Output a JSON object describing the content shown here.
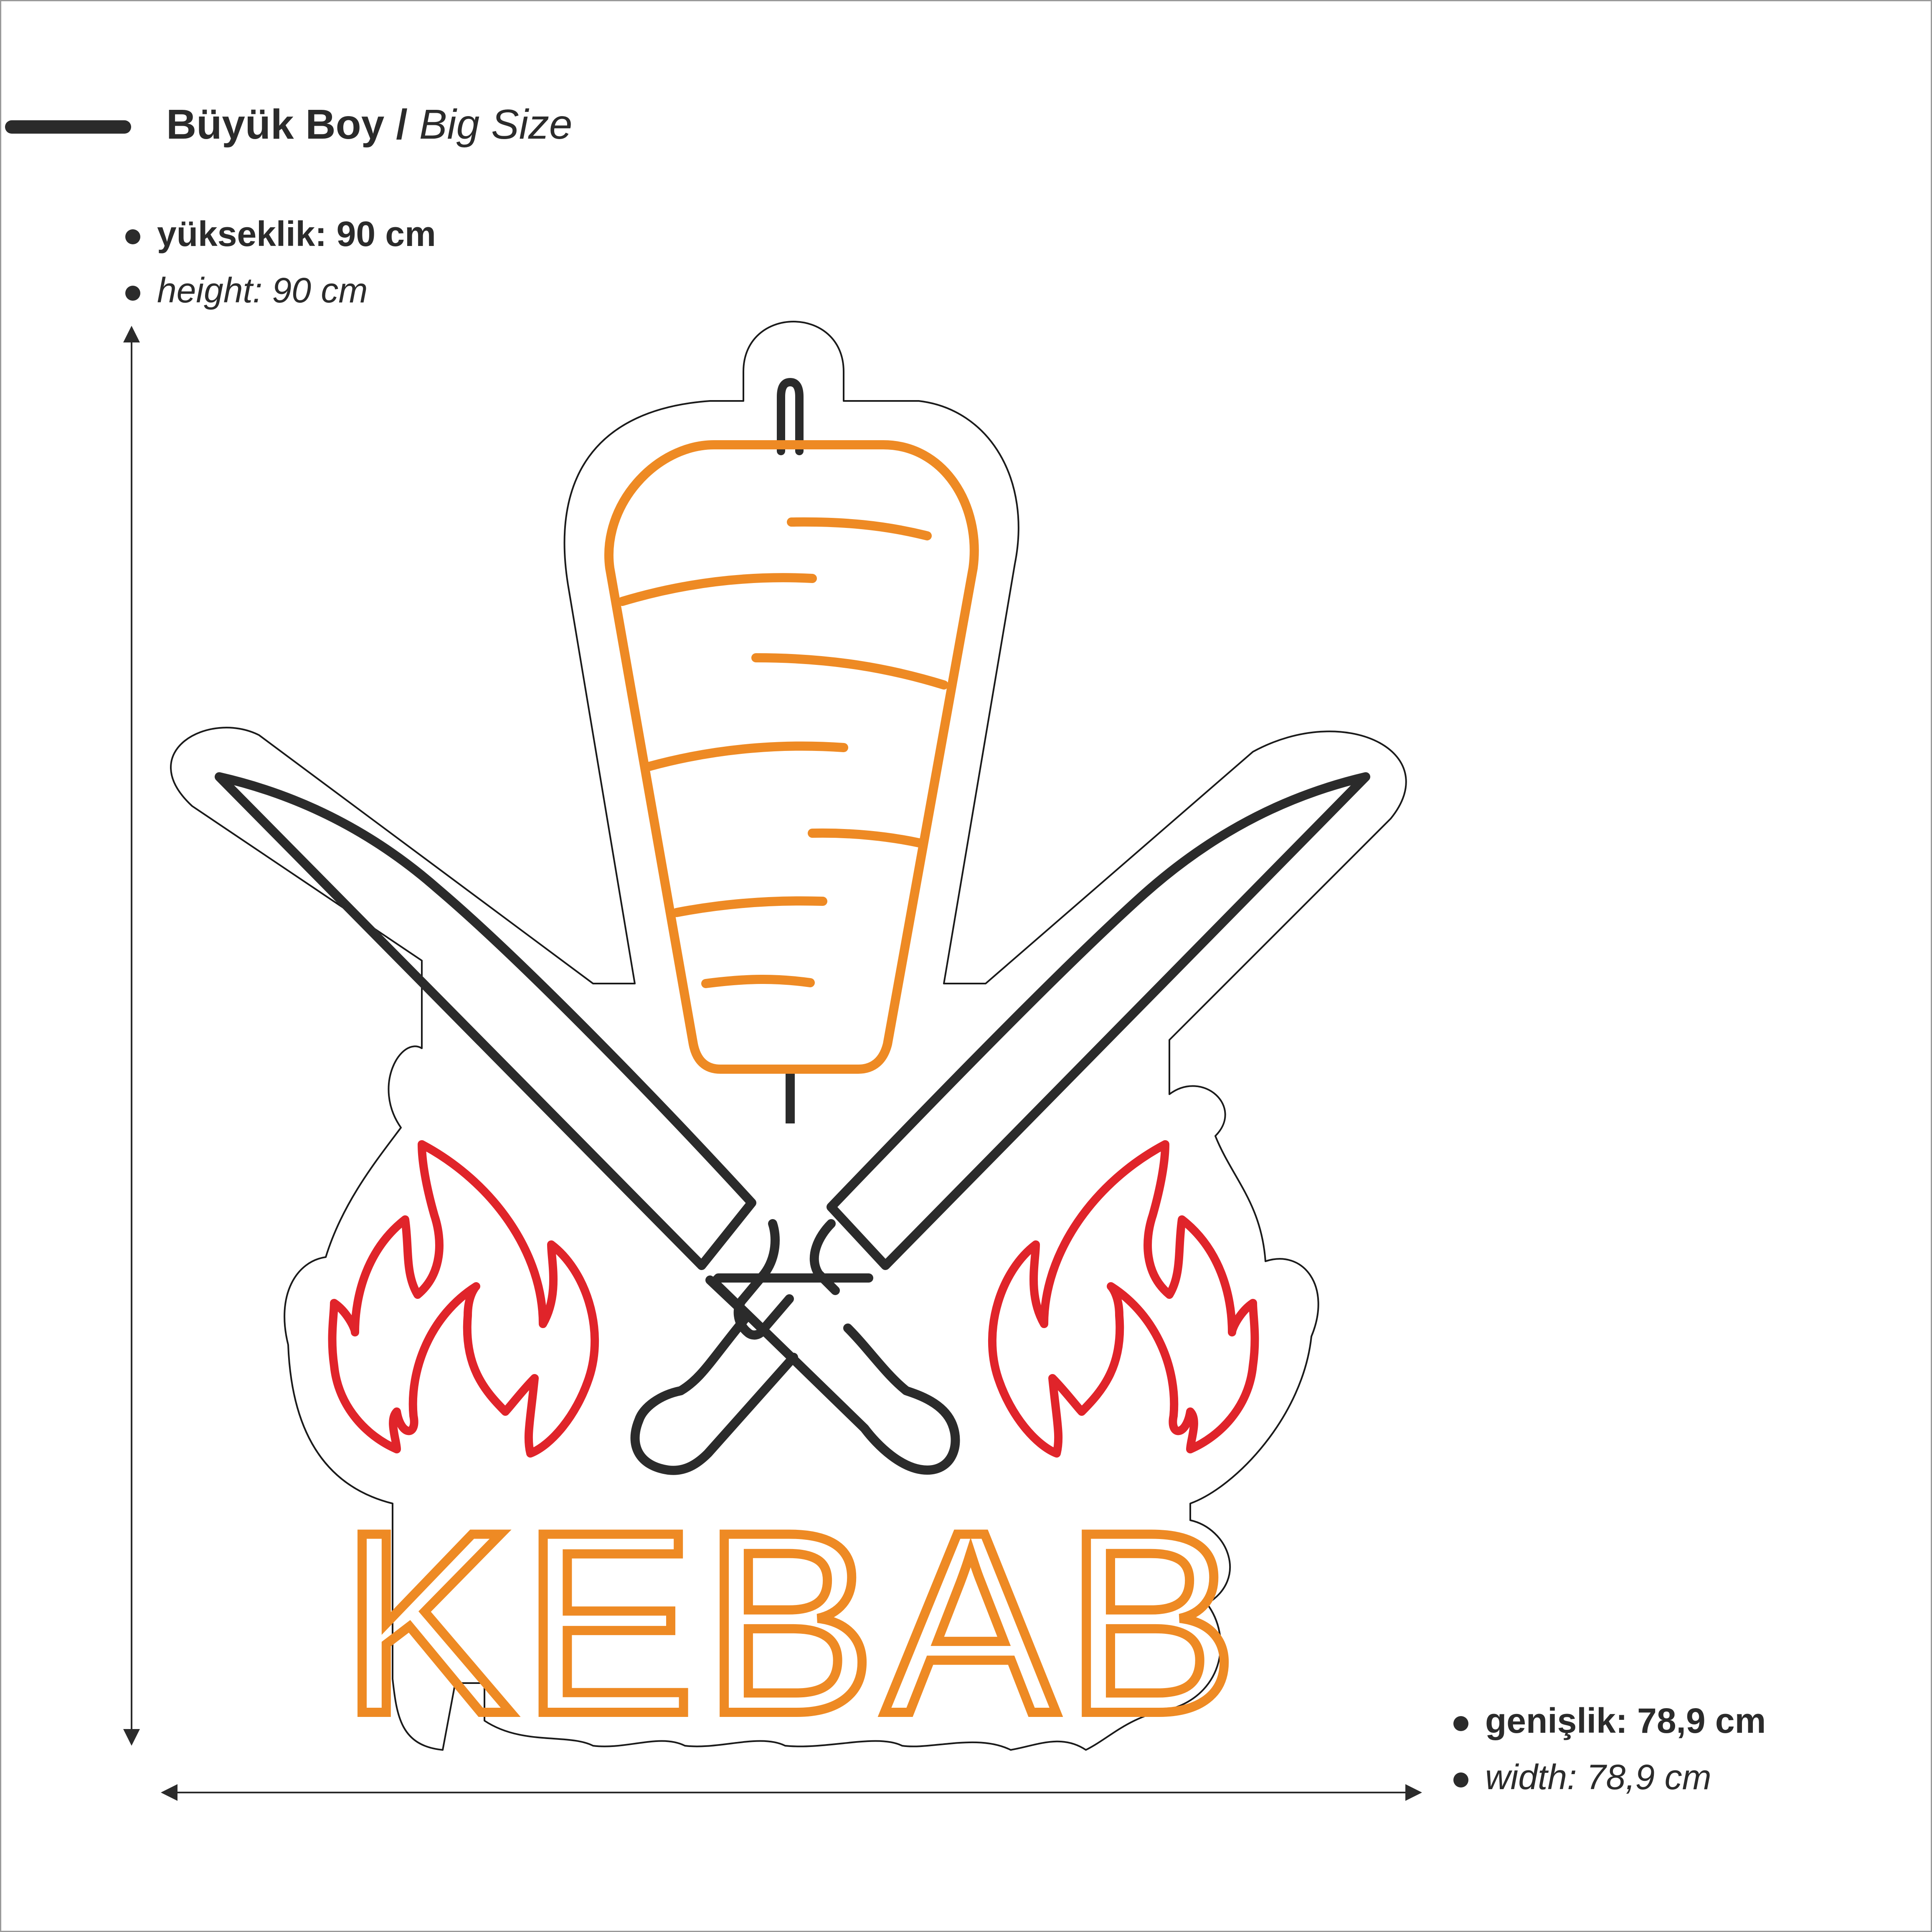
{
  "title": {
    "tr": "Büyük Boy /",
    "en": "Big Size"
  },
  "height": {
    "tr": "yükseklik: 90 cm",
    "en": "height: 90 cm"
  },
  "width": {
    "tr": "genişlik: 78,9 cm",
    "en": "width: 78,9 cm"
  },
  "sign": {
    "text": "KEBAB",
    "colors": {
      "orange": "#ee8a24",
      "red": "#e0242a",
      "dark": "#2b2b2b",
      "outline": "#1a1a1a"
    }
  },
  "icons": [
    "doner-icon",
    "crossed-knives-icon",
    "flame-icon"
  ]
}
